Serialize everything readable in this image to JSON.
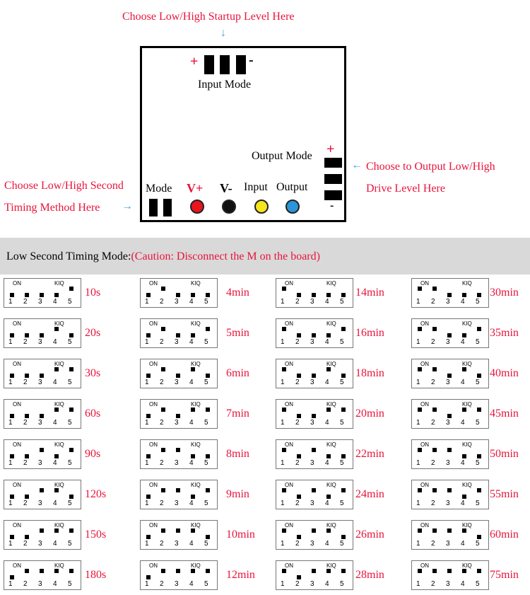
{
  "annotations": {
    "startup": "Choose Low/High Startup Level Here",
    "second_line1": "Choose Low/High Second",
    "second_line2": "Timing Method Here",
    "output_line1": "Choose to  Output Low/High",
    "output_line2": "Drive Level Here"
  },
  "board": {
    "input_mode_plus": "+",
    "input_mode_minus": "-",
    "input_mode_label": "Input Mode",
    "output_mode_label": "Output Mode",
    "output_plus": "+",
    "output_minus": "-",
    "mode_label": "Mode",
    "vplus_label": "V+",
    "vminus_label": "V-",
    "input_label": "Input",
    "output_label": "Output",
    "dot_colors": {
      "vplus": "#e8141e",
      "vminus": "#111111",
      "input": "#f5e51c",
      "output": "#2a95d8"
    }
  },
  "banner": {
    "main": "Low Second Timing Mode:",
    "caution": "(Caution: Disconnect the M on the board)"
  },
  "switch_text": {
    "on": "ON",
    "kiq": "KIQ",
    "numbers": [
      "1",
      "2",
      "3",
      "4",
      "5"
    ]
  },
  "columns": [
    [
      {
        "label": "10s",
        "up": [
          5
        ]
      },
      {
        "label": "20s",
        "up": [
          4
        ]
      },
      {
        "label": "30s",
        "up": [
          4,
          5
        ]
      },
      {
        "label": "60s",
        "up": [
          4,
          5
        ]
      },
      {
        "label": "90s",
        "up": [
          3,
          5
        ]
      },
      {
        "label": "120s",
        "up": [
          3,
          4
        ]
      },
      {
        "label": "150s",
        "up": [
          3,
          4,
          5
        ]
      },
      {
        "label": "180s",
        "up": [
          2,
          3,
          4,
          5
        ]
      }
    ],
    [
      {
        "label": "4min",
        "up": [
          2
        ]
      },
      {
        "label": "5min",
        "up": [
          2,
          5
        ]
      },
      {
        "label": "6min",
        "up": [
          2,
          4
        ]
      },
      {
        "label": "7min",
        "up": [
          2,
          4,
          5
        ]
      },
      {
        "label": "8min",
        "up": [
          2,
          3
        ]
      },
      {
        "label": "9min",
        "up": [
          2,
          3,
          5
        ]
      },
      {
        "label": "10min",
        "up": [
          2,
          3,
          4
        ]
      },
      {
        "label": "12min",
        "up": [
          2,
          3,
          4,
          5
        ]
      }
    ],
    [
      {
        "label": "14min",
        "up": [
          1
        ]
      },
      {
        "label": "16min",
        "up": [
          1,
          5
        ]
      },
      {
        "label": "18min",
        "up": [
          1,
          4
        ]
      },
      {
        "label": "20min",
        "up": [
          1,
          4,
          5
        ]
      },
      {
        "label": "22min",
        "up": [
          1,
          3
        ]
      },
      {
        "label": "24min",
        "up": [
          1,
          3,
          5
        ]
      },
      {
        "label": "26min",
        "up": [
          1,
          3,
          4
        ]
      },
      {
        "label": "28min",
        "up": [
          1,
          3,
          4,
          5
        ]
      }
    ],
    [
      {
        "label": "30min",
        "up": [
          1,
          2
        ]
      },
      {
        "label": "35min",
        "up": [
          1,
          2,
          5
        ]
      },
      {
        "label": "40min",
        "up": [
          1,
          2,
          4
        ]
      },
      {
        "label": "45min",
        "up": [
          1,
          2,
          4,
          5
        ]
      },
      {
        "label": "50min",
        "up": [
          1,
          2,
          3
        ]
      },
      {
        "label": "55min",
        "up": [
          1,
          2,
          3,
          5
        ]
      },
      {
        "label": "60min",
        "up": [
          1,
          2,
          3,
          4
        ]
      },
      {
        "label": "75min",
        "up": [
          1,
          2,
          3,
          4,
          5
        ]
      }
    ]
  ]
}
